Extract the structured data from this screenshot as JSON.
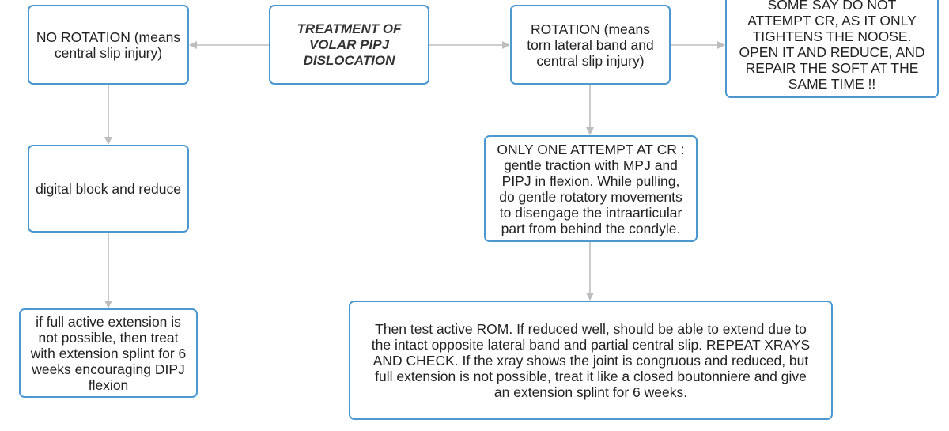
{
  "flowchart": {
    "nodes": {
      "title": "TREATMENT OF\nVOLAR PIPJ\nDISLOCATION",
      "no_rotation": "NO ROTATION (means\ncentral slip injury)",
      "rotation": "ROTATION (means\ntorn lateral band and\ncentral slip injury)",
      "some_say": "SOME SAY DO NOT\nATTEMPT CR, AS IT ONLY\nTIGHTENS THE NOOSE.\nOPEN IT AND REDUCE, AND\nREPAIR THE SOFT AT THE\nSAME TIME !!",
      "digital_block": "digital block and reduce",
      "one_attempt": "ONLY ONE ATTEMPT AT CR :\ngentle traction with MPJ and\nPIPJ in flexion. While pulling,\ndo gentle rotatory movements\nto disengage the intraarticular\npart from behind the condyle.",
      "full_extension": "if full active extension is\nnot possible, then treat\nwith extension splint for 6\nweeks encouraging DIPJ\nflexion",
      "test_rom": "Then test active ROM. If reduced well, should be able to extend due to\nthe intact opposite lateral band and partial central slip. REPEAT XRAYS\nAND CHECK. If the xray shows the joint is congruous and reduced, but\nfull extension is not possible, treat it like a closed boutonniere and give\nan extension splint for 6 weeks."
    },
    "colors": {
      "border": "#4a98cf",
      "connector": "#bdbdbd"
    }
  }
}
